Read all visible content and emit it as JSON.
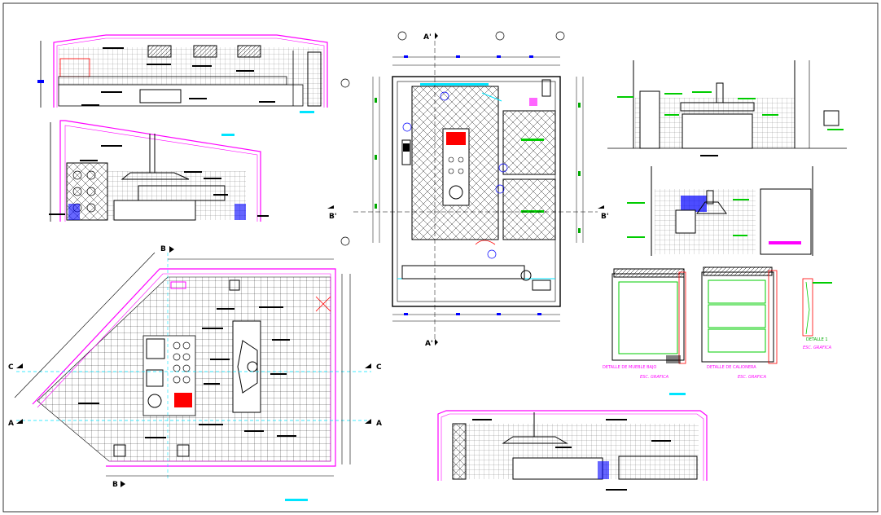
{
  "colors": {
    "wall": "#ff00ff",
    "grid": "#000000",
    "dimension": "#00aa00",
    "marker": "#0000ff",
    "leader": "#00cc00",
    "hob": "#ff0000",
    "accent": "#00e5ff",
    "frame": "#000000"
  },
  "section_markers": {
    "a_left": "A",
    "a_right": "A",
    "c_left": "C",
    "c_right": "C",
    "b_top": "B",
    "b_bottom": "B",
    "a_prime_top": "A'",
    "a_prime_bottom": "A'",
    "b_prime_left": "B'",
    "b_prime_right": "B'"
  },
  "detail_labels": {
    "detalle_mueble_bajo": "DETALLE DE MUEBLE BAJO",
    "detalle_calionera": "DETALLE DE CALIONERA",
    "esc_grafica_1": "ESC. GRAFICA",
    "esc_grafica_2": "ESC. GRAFICA",
    "detalle_1": "DETALLE 1",
    "esc_grafica_3": "ESC. GRAFICA"
  },
  "icons": [
    "section-arrow-icon",
    "grid-bubble-icon",
    "cooktop-icon",
    "sink-icon",
    "door-swing-icon"
  ]
}
